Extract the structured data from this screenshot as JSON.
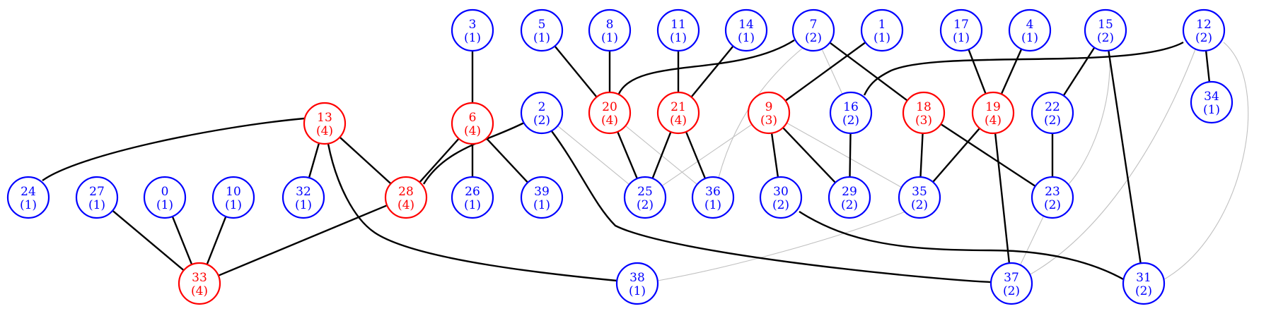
{
  "colors": {
    "highlight": "#ff0000",
    "normal": "#0000ff",
    "edge_strong": "#000000",
    "edge_faint": "#c0c0c0"
  },
  "nodes": [
    {
      "id": "0",
      "count": "(1)",
      "status": "normal"
    },
    {
      "id": "1",
      "count": "(1)",
      "status": "normal"
    },
    {
      "id": "2",
      "count": "(2)",
      "status": "normal"
    },
    {
      "id": "3",
      "count": "(1)",
      "status": "normal"
    },
    {
      "id": "4",
      "count": "(1)",
      "status": "normal"
    },
    {
      "id": "5",
      "count": "(1)",
      "status": "normal"
    },
    {
      "id": "6",
      "count": "(4)",
      "status": "highlight"
    },
    {
      "id": "7",
      "count": "(2)",
      "status": "normal"
    },
    {
      "id": "8",
      "count": "(1)",
      "status": "normal"
    },
    {
      "id": "9",
      "count": "(3)",
      "status": "highlight"
    },
    {
      "id": "10",
      "count": "(1)",
      "status": "normal"
    },
    {
      "id": "11",
      "count": "(1)",
      "status": "normal"
    },
    {
      "id": "12",
      "count": "(2)",
      "status": "normal"
    },
    {
      "id": "13",
      "count": "(4)",
      "status": "highlight"
    },
    {
      "id": "14",
      "count": "(1)",
      "status": "normal"
    },
    {
      "id": "15",
      "count": "(2)",
      "status": "normal"
    },
    {
      "id": "16",
      "count": "(2)",
      "status": "normal"
    },
    {
      "id": "17",
      "count": "(1)",
      "status": "normal"
    },
    {
      "id": "18",
      "count": "(3)",
      "status": "highlight"
    },
    {
      "id": "19",
      "count": "(4)",
      "status": "highlight"
    },
    {
      "id": "20",
      "count": "(4)",
      "status": "highlight"
    },
    {
      "id": "21",
      "count": "(4)",
      "status": "highlight"
    },
    {
      "id": "22",
      "count": "(2)",
      "status": "normal"
    },
    {
      "id": "23",
      "count": "(2)",
      "status": "normal"
    },
    {
      "id": "24",
      "count": "(1)",
      "status": "normal"
    },
    {
      "id": "25",
      "count": "(2)",
      "status": "normal"
    },
    {
      "id": "26",
      "count": "(1)",
      "status": "normal"
    },
    {
      "id": "27",
      "count": "(1)",
      "status": "normal"
    },
    {
      "id": "28",
      "count": "(4)",
      "status": "highlight"
    },
    {
      "id": "29",
      "count": "(2)",
      "status": "normal"
    },
    {
      "id": "30",
      "count": "(2)",
      "status": "normal"
    },
    {
      "id": "31",
      "count": "(2)",
      "status": "normal"
    },
    {
      "id": "32",
      "count": "(1)",
      "status": "normal"
    },
    {
      "id": "33",
      "count": "(4)",
      "status": "highlight"
    },
    {
      "id": "34",
      "count": "(1)",
      "status": "normal"
    },
    {
      "id": "35",
      "count": "(2)",
      "status": "normal"
    },
    {
      "id": "36",
      "count": "(1)",
      "status": "normal"
    },
    {
      "id": "37",
      "count": "(2)",
      "status": "normal"
    },
    {
      "id": "38",
      "count": "(1)",
      "status": "normal"
    },
    {
      "id": "39",
      "count": "(1)",
      "status": "normal"
    }
  ],
  "edges": [
    {
      "from": "3",
      "to": "6",
      "kind": "strong"
    },
    {
      "from": "5",
      "to": "20",
      "kind": "strong"
    },
    {
      "from": "8",
      "to": "20",
      "kind": "strong"
    },
    {
      "from": "11",
      "to": "21",
      "kind": "strong"
    },
    {
      "from": "14",
      "to": "21",
      "kind": "strong"
    },
    {
      "from": "7",
      "to": "20",
      "kind": "strong"
    },
    {
      "from": "7",
      "to": "18",
      "kind": "strong"
    },
    {
      "from": "7",
      "to": "16",
      "kind": "faint"
    },
    {
      "from": "7",
      "to": "36",
      "kind": "faint"
    },
    {
      "from": "1",
      "to": "9",
      "kind": "strong"
    },
    {
      "from": "17",
      "to": "19",
      "kind": "strong"
    },
    {
      "from": "4",
      "to": "19",
      "kind": "strong"
    },
    {
      "from": "15",
      "to": "22",
      "kind": "strong"
    },
    {
      "from": "15",
      "to": "31",
      "kind": "strong"
    },
    {
      "from": "15",
      "to": "23",
      "kind": "faint"
    },
    {
      "from": "12",
      "to": "16",
      "kind": "strong"
    },
    {
      "from": "12",
      "to": "34",
      "kind": "strong"
    },
    {
      "from": "12",
      "to": "37",
      "kind": "faint"
    },
    {
      "from": "12",
      "to": "31",
      "kind": "faint"
    },
    {
      "from": "13",
      "to": "24",
      "kind": "strong"
    },
    {
      "from": "13",
      "to": "32",
      "kind": "strong"
    },
    {
      "from": "13",
      "to": "28",
      "kind": "strong"
    },
    {
      "from": "13",
      "to": "38",
      "kind": "strong"
    },
    {
      "from": "6",
      "to": "28",
      "kind": "strong"
    },
    {
      "from": "6",
      "to": "26",
      "kind": "strong"
    },
    {
      "from": "6",
      "to": "39",
      "kind": "strong"
    },
    {
      "from": "2",
      "to": "28",
      "kind": "strong"
    },
    {
      "from": "2",
      "to": "37",
      "kind": "strong"
    },
    {
      "from": "2",
      "to": "25",
      "kind": "faint"
    },
    {
      "from": "20",
      "to": "25",
      "kind": "strong"
    },
    {
      "from": "20",
      "to": "36",
      "kind": "faint"
    },
    {
      "from": "21",
      "to": "25",
      "kind": "strong"
    },
    {
      "from": "21",
      "to": "36",
      "kind": "strong"
    },
    {
      "from": "9",
      "to": "30",
      "kind": "strong"
    },
    {
      "from": "9",
      "to": "29",
      "kind": "strong"
    },
    {
      "from": "9",
      "to": "25",
      "kind": "faint"
    },
    {
      "from": "9",
      "to": "35",
      "kind": "faint"
    },
    {
      "from": "16",
      "to": "29",
      "kind": "strong"
    },
    {
      "from": "18",
      "to": "35",
      "kind": "strong"
    },
    {
      "from": "18",
      "to": "23",
      "kind": "strong"
    },
    {
      "from": "19",
      "to": "35",
      "kind": "strong"
    },
    {
      "from": "19",
      "to": "37",
      "kind": "strong"
    },
    {
      "from": "22",
      "to": "23",
      "kind": "strong"
    },
    {
      "from": "27",
      "to": "33",
      "kind": "strong"
    },
    {
      "from": "0",
      "to": "33",
      "kind": "strong"
    },
    {
      "from": "10",
      "to": "33",
      "kind": "strong"
    },
    {
      "from": "28",
      "to": "33",
      "kind": "strong"
    },
    {
      "from": "30",
      "to": "31",
      "kind": "strong"
    },
    {
      "from": "35",
      "to": "38",
      "kind": "faint"
    },
    {
      "from": "23",
      "to": "37",
      "kind": "faint"
    }
  ]
}
